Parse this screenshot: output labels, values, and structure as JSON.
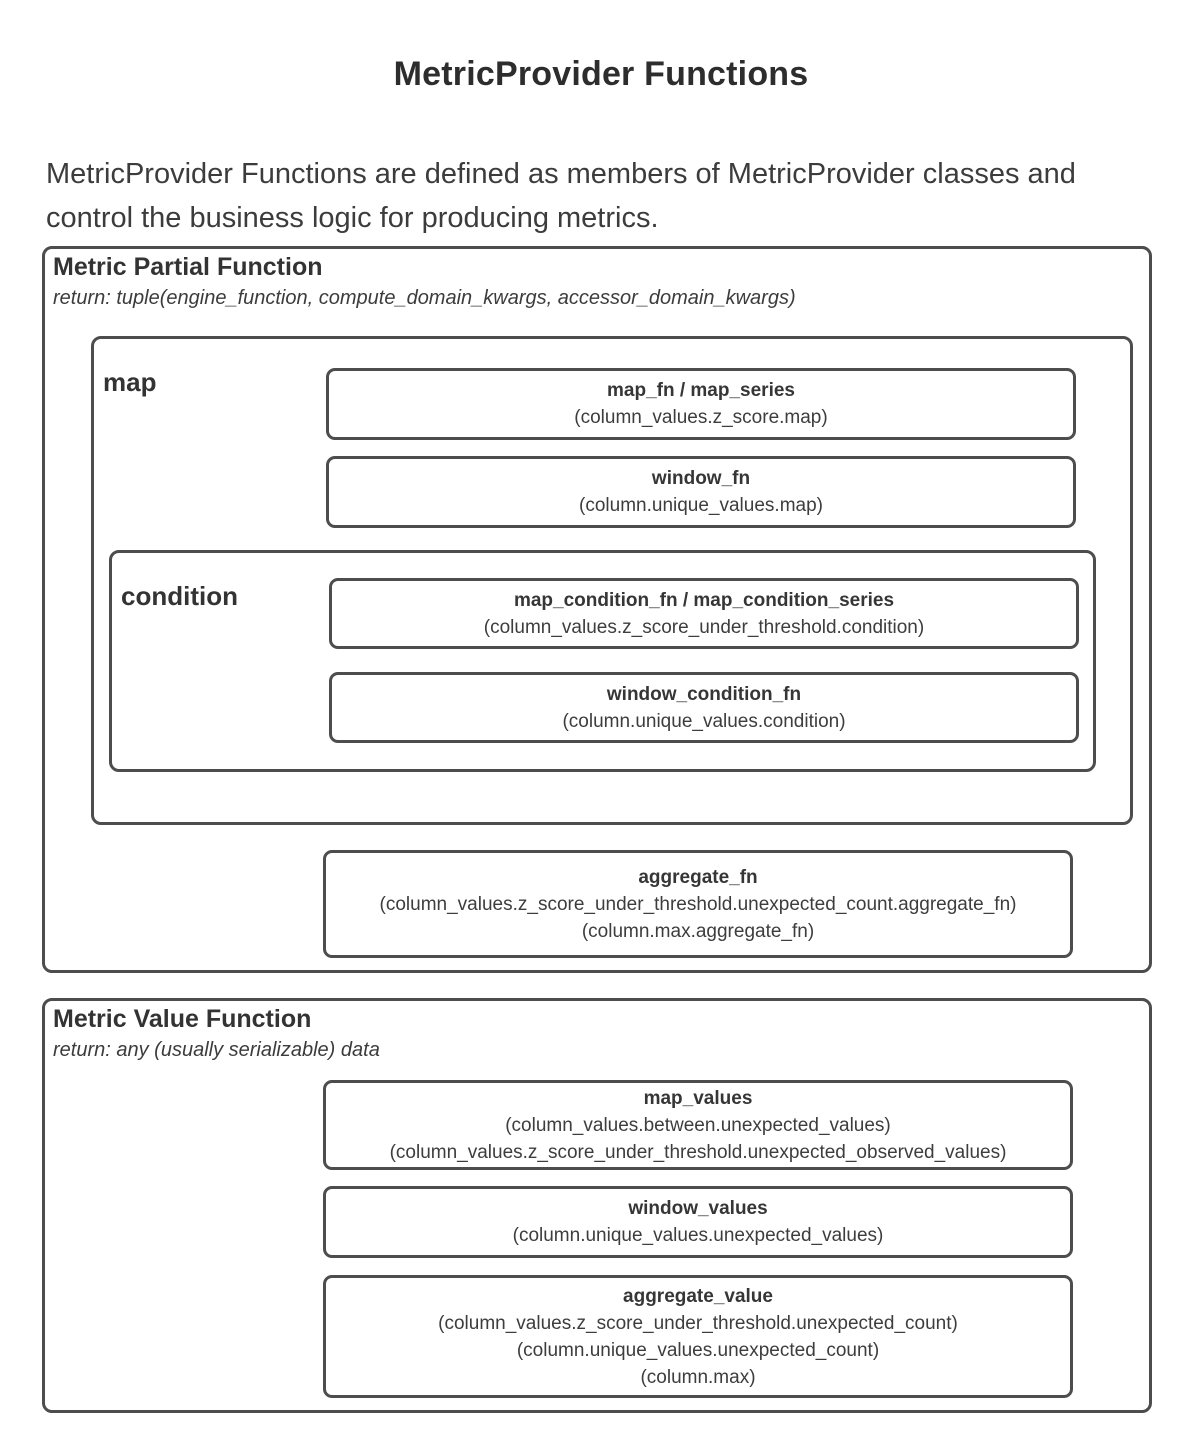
{
  "page": {
    "title": "MetricProvider Functions",
    "intro": "MetricProvider Functions are defined as members of MetricProvider classes and control the business logic for producing metrics."
  },
  "colors": {
    "box_border": "#4d4d4d",
    "text": "#333333",
    "background": "#ffffff"
  },
  "metric_partial_function": {
    "title": "Metric Partial Function",
    "return_note": "return: tuple(engine_function, compute_domain_kwargs, accessor_domain_kwargs)",
    "map_group": {
      "label": "map",
      "map_fn": {
        "name": "map_fn / map_series",
        "examples": [
          "(column_values.z_score.map)"
        ]
      },
      "window_fn": {
        "name": "window_fn",
        "examples": [
          "(column.unique_values.map)"
        ]
      },
      "condition_group": {
        "label": "condition",
        "map_condition_fn": {
          "name": "map_condition_fn / map_condition_series",
          "examples": [
            "(column_values.z_score_under_threshold.condition)"
          ]
        },
        "window_condition_fn": {
          "name": "window_condition_fn",
          "examples": [
            "(column.unique_values.condition)"
          ]
        }
      }
    },
    "aggregate_fn": {
      "name": "aggregate_fn",
      "examples": [
        "(column_values.z_score_under_threshold.unexpected_count.aggregate_fn)",
        "(column.max.aggregate_fn)"
      ]
    }
  },
  "metric_value_function": {
    "title": "Metric Value Function",
    "return_note": "return: any (usually serializable) data",
    "map_values": {
      "name": "map_values",
      "examples": [
        "(column_values.between.unexpected_values)",
        "(column_values.z_score_under_threshold.unexpected_observed_values)"
      ]
    },
    "window_values": {
      "name": "window_values",
      "examples": [
        "(column.unique_values.unexpected_values)"
      ]
    },
    "aggregate_value": {
      "name": "aggregate_value",
      "examples": [
        "(column_values.z_score_under_threshold.unexpected_count)",
        "(column.unique_values.unexpected_count)",
        "(column.max)"
      ]
    }
  }
}
